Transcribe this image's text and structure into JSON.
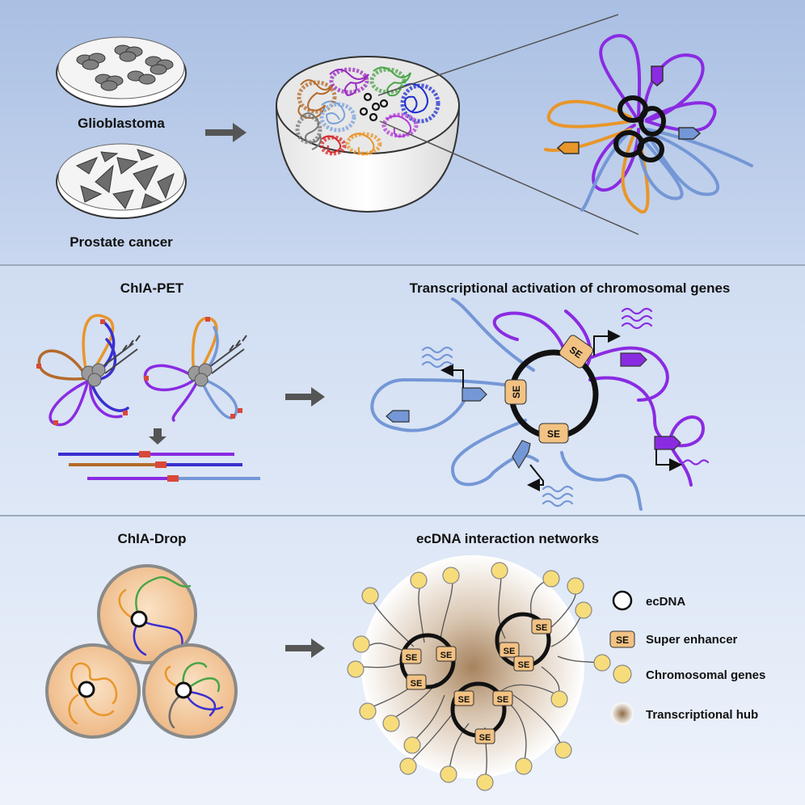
{
  "panel1": {
    "cell_line_1": "Glioblastoma",
    "cell_line_2": "Prostate cancer"
  },
  "panel2": {
    "method": "ChIA-PET",
    "title": "Transcriptional activation of chromosomal genes",
    "se_label": "SE"
  },
  "panel3": {
    "method": "ChIA-Drop",
    "title": "ecDNA interaction networks",
    "se_label": "SE",
    "legend": {
      "ecdna": "ecDNA",
      "super_enhancer_symbol": "SE",
      "super_enhancer": "Super enhancer",
      "genes": "Chromosomal genes",
      "hub": "Transcriptional hub"
    }
  },
  "colors": {
    "se_fill": "#f2c283",
    "gene_fill": "#f7dc7b",
    "blue_strand": "#7497d6",
    "purple_strand": "#8a2be2",
    "orange_strand": "#e8962a",
    "green_strand": "#4aa547",
    "brown_strand": "#b46a2a",
    "red_mark": "#d9473a",
    "arrow_gray": "#555555"
  }
}
